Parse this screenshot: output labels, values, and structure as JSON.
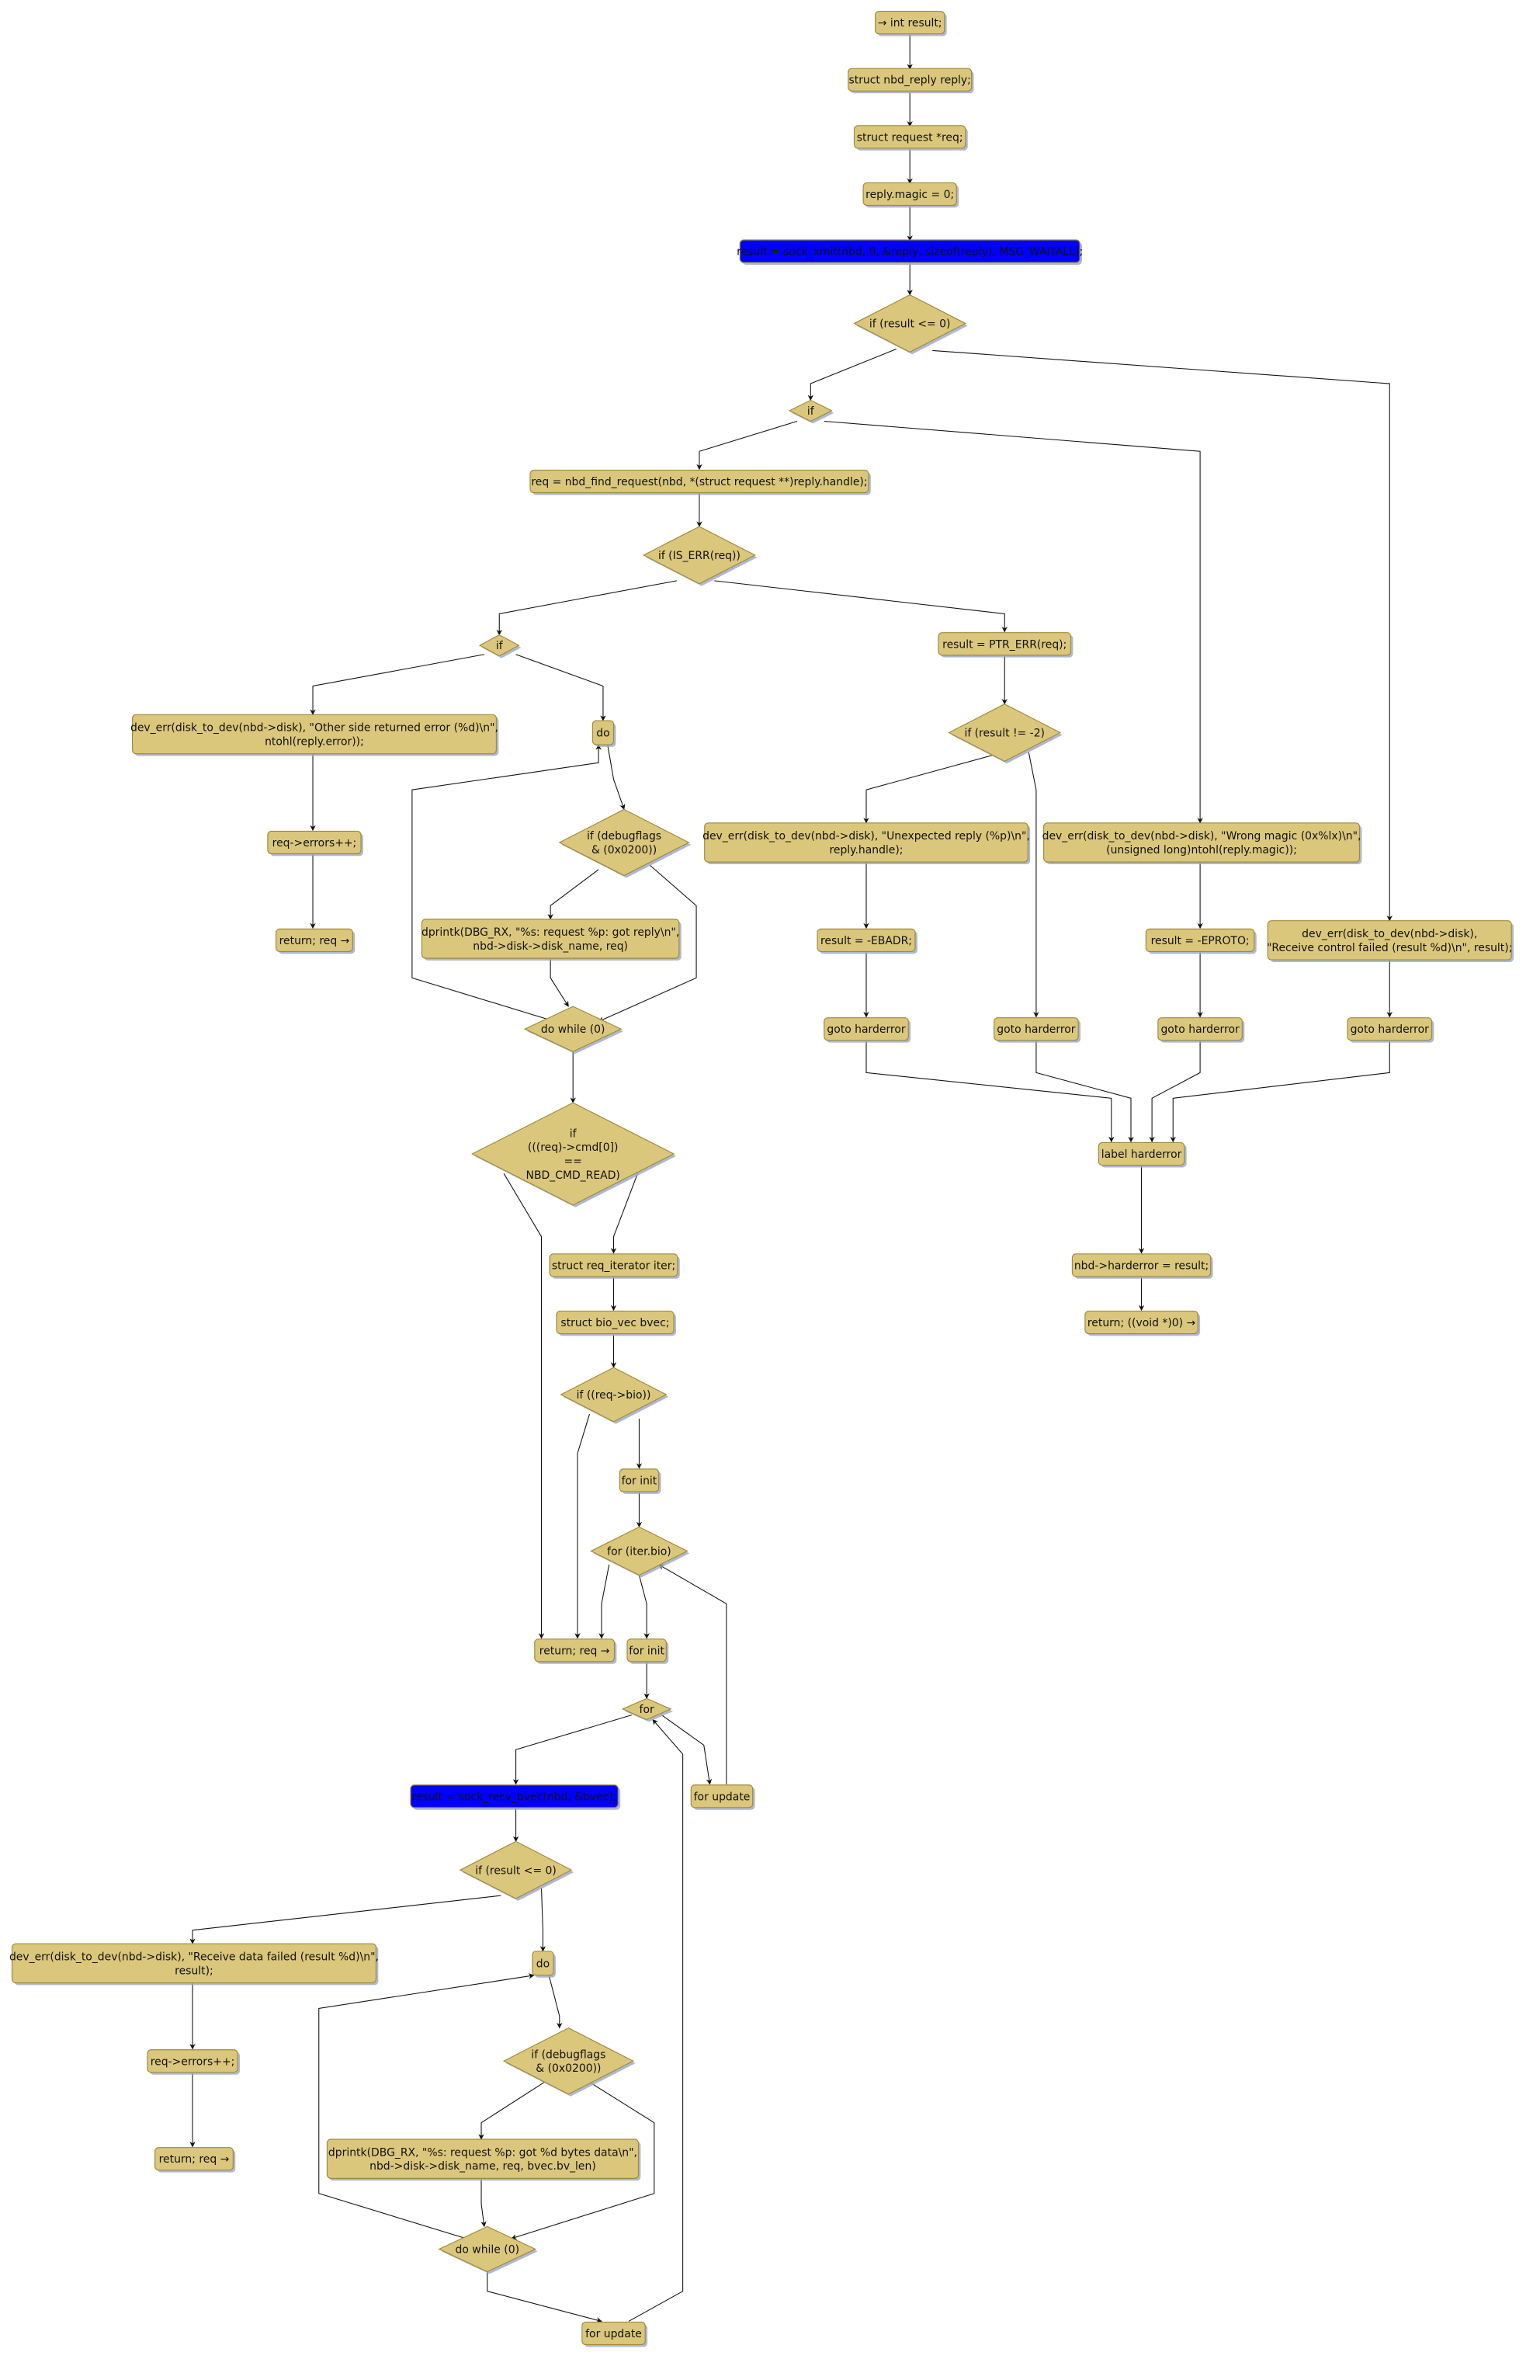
{
  "nodes": [
    {
      "shape": "box",
      "lines": [
        "→ int result;"
      ]
    },
    {
      "shape": "box",
      "lines": [
        "struct nbd_reply reply;"
      ]
    },
    {
      "shape": "box",
      "lines": [
        "struct request *req;"
      ]
    },
    {
      "shape": "box",
      "lines": [
        "reply.magic = 0;"
      ]
    },
    {
      "shape": "blue",
      "lines": [
        "result = sock_xmit(nbd, 0, &reply, sizeof(reply), MSG_WAITALL);"
      ]
    },
    {
      "shape": "diamond",
      "lines": [
        "if (result <= 0)"
      ]
    },
    {
      "shape": "diamond",
      "lines": [
        "if"
      ]
    },
    {
      "shape": "box",
      "lines": [
        "req = nbd_find_request(nbd, *(struct request **)reply.handle);"
      ]
    },
    {
      "shape": "diamond",
      "lines": [
        "if (IS_ERR(req))"
      ]
    },
    {
      "shape": "diamond",
      "lines": [
        "if"
      ]
    },
    {
      "shape": "box",
      "lines": [
        "result = PTR_ERR(req);"
      ]
    },
    {
      "shape": "box",
      "lines": [
        "dev_err(disk_to_dev(nbd->disk), \"Other side returned error (%d)\\n\",",
        "ntohl(reply.error));"
      ]
    },
    {
      "shape": "box",
      "lines": [
        "do"
      ]
    },
    {
      "shape": "diamond",
      "lines": [
        "if (debugflags",
        "& (0x0200))"
      ]
    },
    {
      "shape": "diamond",
      "lines": [
        "if (result != -2)"
      ]
    },
    {
      "shape": "box",
      "lines": [
        "dev_err(disk_to_dev(nbd->disk), \"Unexpected reply (%p)\\n\",",
        "reply.handle);"
      ]
    },
    {
      "shape": "box",
      "lines": [
        "dev_err(disk_to_dev(nbd->disk), \"Wrong magic (0x%lx)\\n\",",
        "(unsigned long)ntohl(reply.magic));"
      ]
    },
    {
      "shape": "box",
      "lines": [
        "dev_err(disk_to_dev(nbd->disk),",
        "\"Receive control failed (result %d)\\n\", result);"
      ]
    },
    {
      "shape": "box",
      "lines": [
        "req->errors++;"
      ]
    },
    {
      "shape": "box",
      "lines": [
        "return; req →"
      ]
    },
    {
      "shape": "box",
      "lines": [
        "dprintk(DBG_RX, \"%s: request %p: got reply\\n\",",
        "nbd->disk->disk_name, req)"
      ]
    },
    {
      "shape": "box",
      "lines": [
        "result = -EBADR;"
      ]
    },
    {
      "shape": "box",
      "lines": [
        "result = -EPROTO;"
      ]
    },
    {
      "shape": "box",
      "lines": [
        "goto harderror"
      ]
    },
    {
      "shape": "box",
      "lines": [
        "goto harderror"
      ]
    },
    {
      "shape": "box",
      "lines": [
        "goto harderror"
      ]
    },
    {
      "shape": "box",
      "lines": [
        "goto harderror"
      ]
    },
    {
      "shape": "diamond",
      "lines": [
        "do while (0)"
      ]
    },
    {
      "shape": "box",
      "lines": [
        "label harderror"
      ]
    },
    {
      "shape": "diamond",
      "lines": [
        "if",
        "(((req)->cmd[0])",
        "==",
        "NBD_CMD_READ)"
      ]
    },
    {
      "shape": "box",
      "lines": [
        "nbd->harderror = result;"
      ]
    },
    {
      "shape": "box",
      "lines": [
        "return; ((void *)0) →"
      ]
    },
    {
      "shape": "box",
      "lines": [
        "struct req_iterator iter;"
      ]
    },
    {
      "shape": "box",
      "lines": [
        "struct bio_vec bvec;"
      ]
    },
    {
      "shape": "diamond",
      "lines": [
        "if ((req->bio))"
      ]
    },
    {
      "shape": "box",
      "lines": [
        "for init"
      ]
    },
    {
      "shape": "diamond",
      "lines": [
        "for (iter.bio)"
      ]
    },
    {
      "shape": "box",
      "lines": [
        "return; req →"
      ]
    },
    {
      "shape": "box",
      "lines": [
        "for init"
      ]
    },
    {
      "shape": "diamond",
      "lines": [
        "for"
      ]
    },
    {
      "shape": "box",
      "lines": [
        "for update"
      ]
    },
    {
      "shape": "blue",
      "lines": [
        "result = sock_recv_bvec(nbd, &bvec);"
      ]
    },
    {
      "shape": "diamond",
      "lines": [
        "if (result <= 0)"
      ]
    },
    {
      "shape": "box",
      "lines": [
        "dev_err(disk_to_dev(nbd->disk), \"Receive data failed (result %d)\\n\",",
        "result);"
      ]
    },
    {
      "shape": "box",
      "lines": [
        "do"
      ]
    },
    {
      "shape": "diamond",
      "lines": [
        "if (debugflags",
        "& (0x0200))"
      ]
    },
    {
      "shape": "box",
      "lines": [
        "req->errors++;"
      ]
    },
    {
      "shape": "box",
      "lines": [
        "return; req →"
      ]
    },
    {
      "shape": "box",
      "lines": [
        "dprintk(DBG_RX, \"%s: request %p: got %d bytes data\\n\",",
        "nbd->disk->disk_name, req, bvec.bv_len)"
      ]
    },
    {
      "shape": "diamond",
      "lines": [
        "do while (0)"
      ]
    },
    {
      "shape": "box",
      "lines": [
        "for update"
      ]
    }
  ],
  "colors": {
    "node": "#dbc77c",
    "highlight": "#0000ff",
    "edge": "#111111"
  }
}
